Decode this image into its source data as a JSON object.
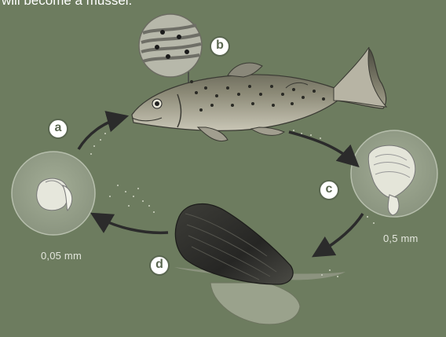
{
  "caption": "will become a mussel.",
  "labels": {
    "a": "a",
    "b": "b",
    "c": "c",
    "d": "d"
  },
  "sizes": {
    "left": "0,05 mm",
    "right": "0,5 mm"
  },
  "colors": {
    "background": "#6d7c5f",
    "circle": "#96a08a",
    "arrow": "#2b2b2b",
    "marker_bg": "#ffffff",
    "marker_text": "#5a6750"
  }
}
